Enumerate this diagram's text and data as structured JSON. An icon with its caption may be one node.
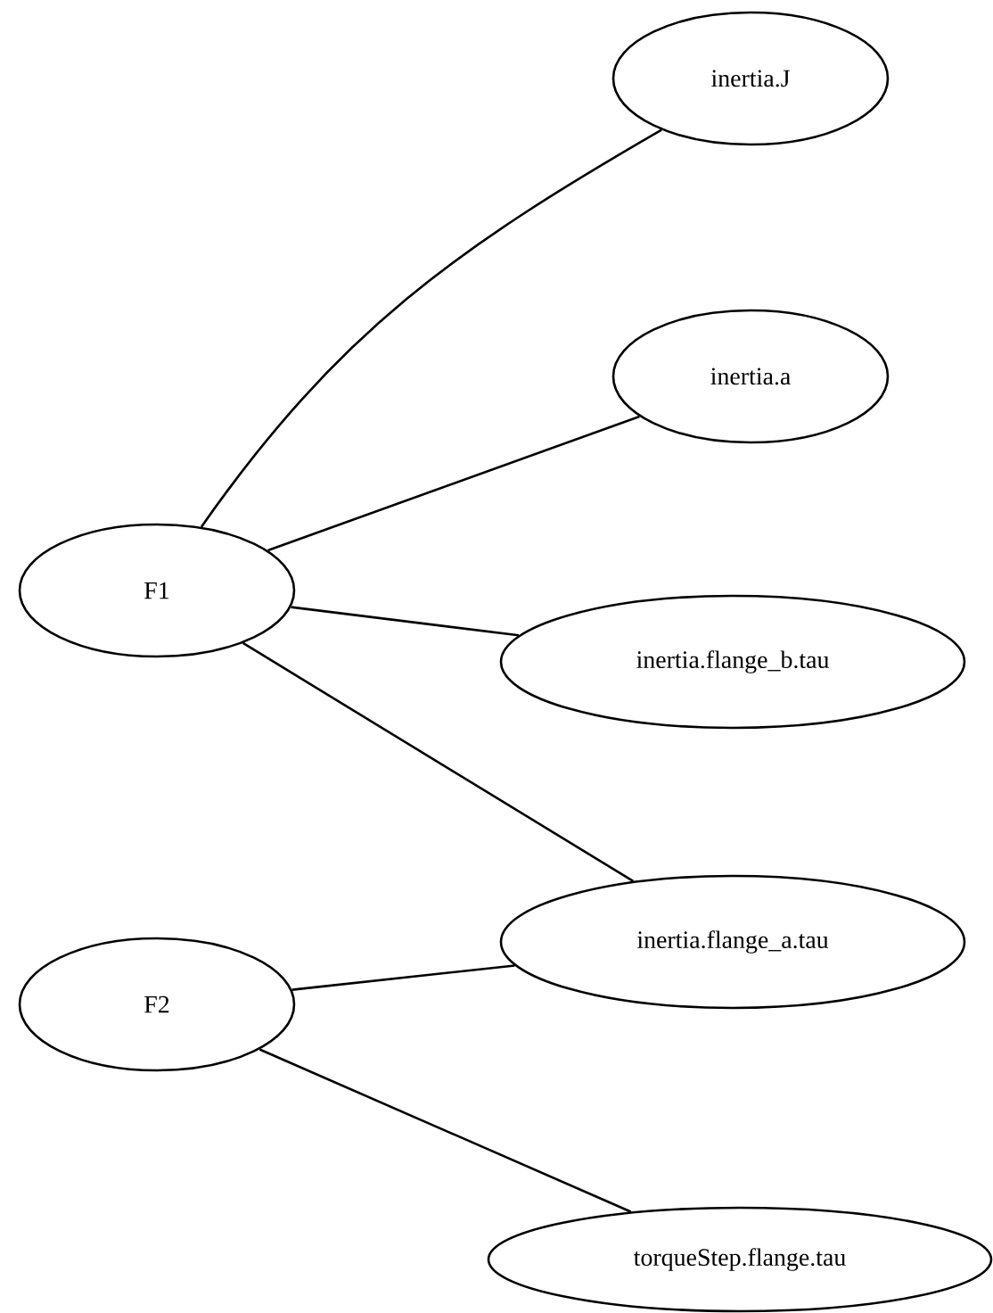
{
  "diagram": {
    "nodes": [
      {
        "text": [
          "inertia.J"
        ]
      },
      {
        "text": [
          "inertia.a"
        ]
      },
      {
        "text": [
          "F1"
        ]
      },
      {
        "text": [
          "inertia.flange_b.tau"
        ]
      },
      {
        "text": [
          "inertia.flange_a.tau"
        ]
      },
      {
        "text": [
          "F2"
        ]
      },
      {
        "text": [
          "torqueStep.flange.tau"
        ]
      }
    ],
    "edges": [
      {
        "from": 2,
        "to": 0,
        "arrow": "none"
      },
      {
        "from": 2,
        "to": 1,
        "arrow": "none"
      },
      {
        "from": 2,
        "to": 3,
        "arrow": "none"
      },
      {
        "from": 2,
        "to": 4,
        "arrow": "none"
      },
      {
        "from": 5,
        "to": 4,
        "arrow": "none"
      },
      {
        "from": 5,
        "to": 6,
        "arrow": "none"
      }
    ]
  }
}
